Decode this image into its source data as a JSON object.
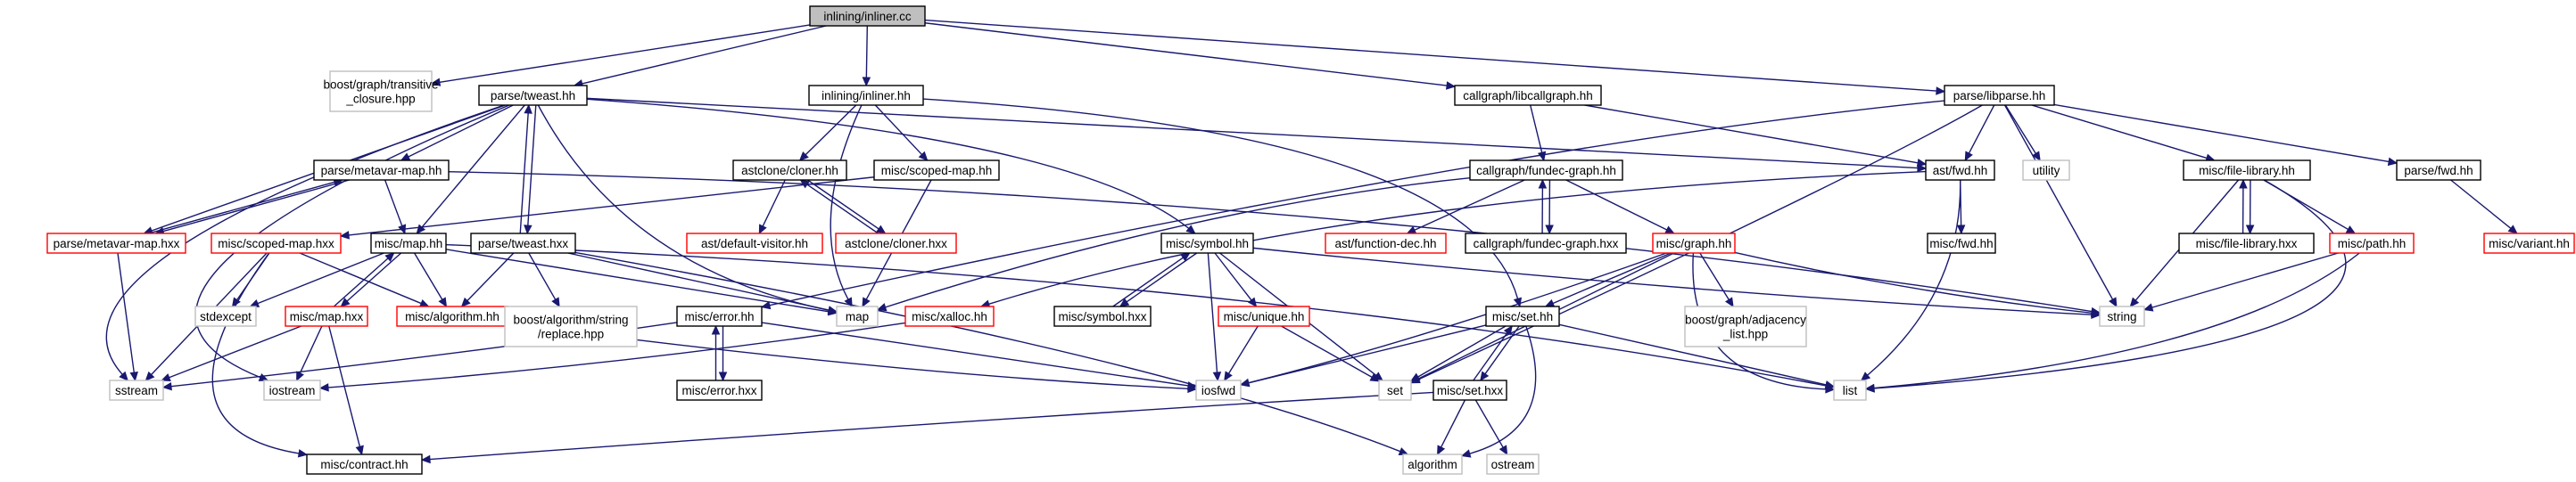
{
  "diagram": {
    "type": "include-dependency-graph",
    "root": "inlining/inliner.cc",
    "colors": {
      "root_fill": "#bfbfbf",
      "documented_border": "#000000",
      "undocumented_border": "#ff0000",
      "system_border": "#bfbfbf",
      "edge": "#191970"
    },
    "nodes": [
      {
        "id": "inliner_cc",
        "lines": [
          "inlining/inliner.cc"
        ],
        "kind": "root"
      },
      {
        "id": "transitive_closure",
        "lines": [
          "boost/graph/transitive",
          "_closure.hpp"
        ],
        "kind": "system"
      },
      {
        "id": "tweast_hh",
        "lines": [
          "parse/tweast.hh"
        ],
        "kind": "doc"
      },
      {
        "id": "inliner_hh",
        "lines": [
          "inlining/inliner.hh"
        ],
        "kind": "doc"
      },
      {
        "id": "libcallgraph_hh",
        "lines": [
          "callgraph/libcallgraph.hh"
        ],
        "kind": "doc"
      },
      {
        "id": "libparse_hh",
        "lines": [
          "parse/libparse.hh"
        ],
        "kind": "doc"
      },
      {
        "id": "metavar_map_hh",
        "lines": [
          "parse/metavar-map.hh"
        ],
        "kind": "doc"
      },
      {
        "id": "cloner_hh",
        "lines": [
          "astclone/cloner.hh"
        ],
        "kind": "doc"
      },
      {
        "id": "scoped_map_hh",
        "lines": [
          "misc/scoped-map.hh"
        ],
        "kind": "doc"
      },
      {
        "id": "fundec_graph_hh",
        "lines": [
          "callgraph/fundec-graph.hh"
        ],
        "kind": "doc"
      },
      {
        "id": "ast_fwd_hh",
        "lines": [
          "ast/fwd.hh"
        ],
        "kind": "doc"
      },
      {
        "id": "utility",
        "lines": [
          "utility"
        ],
        "kind": "system"
      },
      {
        "id": "file_library_hh",
        "lines": [
          "misc/file-library.hh"
        ],
        "kind": "doc"
      },
      {
        "id": "parse_fwd_hh",
        "lines": [
          "parse/fwd.hh"
        ],
        "kind": "doc"
      },
      {
        "id": "metavar_map_hxx",
        "lines": [
          "parse/metavar-map.hxx"
        ],
        "kind": "undoc"
      },
      {
        "id": "scoped_map_hxx",
        "lines": [
          "misc/scoped-map.hxx"
        ],
        "kind": "undoc"
      },
      {
        "id": "map_hh",
        "lines": [
          "misc/map.hh"
        ],
        "kind": "doc"
      },
      {
        "id": "tweast_hxx",
        "lines": [
          "parse/tweast.hxx"
        ],
        "kind": "doc"
      },
      {
        "id": "default_visitor_hh",
        "lines": [
          "ast/default-visitor.hh"
        ],
        "kind": "undoc"
      },
      {
        "id": "cloner_hxx",
        "lines": [
          "astclone/cloner.hxx"
        ],
        "kind": "undoc"
      },
      {
        "id": "symbol_hh",
        "lines": [
          "misc/symbol.hh"
        ],
        "kind": "doc"
      },
      {
        "id": "function_dec_hh",
        "lines": [
          "ast/function-dec.hh"
        ],
        "kind": "undoc"
      },
      {
        "id": "fundec_graph_hxx",
        "lines": [
          "callgraph/fundec-graph.hxx"
        ],
        "kind": "doc"
      },
      {
        "id": "graph_hh",
        "lines": [
          "misc/graph.hh"
        ],
        "kind": "undoc"
      },
      {
        "id": "misc_fwd_hh",
        "lines": [
          "misc/fwd.hh"
        ],
        "kind": "doc"
      },
      {
        "id": "file_library_hxx",
        "lines": [
          "misc/file-library.hxx"
        ],
        "kind": "doc"
      },
      {
        "id": "path_hh",
        "lines": [
          "misc/path.hh"
        ],
        "kind": "undoc"
      },
      {
        "id": "variant_hh",
        "lines": [
          "misc/variant.hh"
        ],
        "kind": "undoc"
      },
      {
        "id": "stdexcept",
        "lines": [
          "stdexcept"
        ],
        "kind": "system"
      },
      {
        "id": "algorithm_hh",
        "lines": [
          "misc/algorithm.hh"
        ],
        "kind": "undoc"
      },
      {
        "id": "map_hxx",
        "lines": [
          "misc/map.hxx"
        ],
        "kind": "undoc"
      },
      {
        "id": "replace_hpp",
        "lines": [
          "boost/algorithm/string",
          "/replace.hpp"
        ],
        "kind": "system"
      },
      {
        "id": "error_hh",
        "lines": [
          "misc/error.hh"
        ],
        "kind": "doc"
      },
      {
        "id": "map",
        "lines": [
          "map"
        ],
        "kind": "system"
      },
      {
        "id": "xalloc_hh",
        "lines": [
          "misc/xalloc.hh"
        ],
        "kind": "undoc"
      },
      {
        "id": "symbol_hxx",
        "lines": [
          "misc/symbol.hxx"
        ],
        "kind": "doc"
      },
      {
        "id": "unique_hh",
        "lines": [
          "misc/unique.hh"
        ],
        "kind": "undoc"
      },
      {
        "id": "set_hh",
        "lines": [
          "misc/set.hh"
        ],
        "kind": "doc"
      },
      {
        "id": "adjacency_list",
        "lines": [
          "boost/graph/adjacency",
          "_list.hpp"
        ],
        "kind": "system"
      },
      {
        "id": "string",
        "lines": [
          "string"
        ],
        "kind": "system"
      },
      {
        "id": "sstream",
        "lines": [
          "sstream"
        ],
        "kind": "system"
      },
      {
        "id": "iostream",
        "lines": [
          "iostream"
        ],
        "kind": "system"
      },
      {
        "id": "error_hxx",
        "lines": [
          "misc/error.hxx"
        ],
        "kind": "doc"
      },
      {
        "id": "iosfwd",
        "lines": [
          "iosfwd"
        ],
        "kind": "system"
      },
      {
        "id": "set",
        "lines": [
          "set"
        ],
        "kind": "system"
      },
      {
        "id": "set_hxx",
        "lines": [
          "misc/set.hxx"
        ],
        "kind": "doc"
      },
      {
        "id": "list",
        "lines": [
          "list"
        ],
        "kind": "system"
      },
      {
        "id": "contract_hh",
        "lines": [
          "misc/contract.hh"
        ],
        "kind": "doc"
      },
      {
        "id": "algorithm",
        "lines": [
          "algorithm"
        ],
        "kind": "system"
      },
      {
        "id": "ostream",
        "lines": [
          "ostream"
        ],
        "kind": "system"
      }
    ],
    "edges": [
      [
        "inliner_cc",
        "transitive_closure"
      ],
      [
        "inliner_cc",
        "tweast_hh"
      ],
      [
        "inliner_cc",
        "inliner_hh"
      ],
      [
        "inliner_cc",
        "libcallgraph_hh"
      ],
      [
        "inliner_cc",
        "libparse_hh"
      ],
      [
        "tweast_hh",
        "metavar_map_hh"
      ],
      [
        "tweast_hh",
        "metavar_map_hxx"
      ],
      [
        "tweast_hh",
        "map_hh"
      ],
      [
        "tweast_hh",
        "tweast_hxx"
      ],
      [
        "tweast_hh",
        "symbol_hh"
      ],
      [
        "tweast_hh",
        "ast_fwd_hh"
      ],
      [
        "tweast_hh",
        "map"
      ],
      [
        "tweast_hh",
        "iostream"
      ],
      [
        "tweast_hh",
        "sstream"
      ],
      [
        "inliner_hh",
        "cloner_hh"
      ],
      [
        "inliner_hh",
        "scoped_map_hh"
      ],
      [
        "inliner_hh",
        "set_hh"
      ],
      [
        "inliner_hh",
        "map"
      ],
      [
        "libcallgraph_hh",
        "fundec_graph_hh"
      ],
      [
        "libcallgraph_hh",
        "ast_fwd_hh"
      ],
      [
        "libparse_hh",
        "ast_fwd_hh"
      ],
      [
        "libparse_hh",
        "utility"
      ],
      [
        "libparse_hh",
        "file_library_hh"
      ],
      [
        "libparse_hh",
        "parse_fwd_hh"
      ],
      [
        "libparse_hh",
        "string"
      ],
      [
        "libparse_hh",
        "set"
      ],
      [
        "libparse_hh",
        "error_hh"
      ],
      [
        "metavar_map_hh",
        "metavar_map_hxx"
      ],
      [
        "metavar_map_hh",
        "map_hh"
      ],
      [
        "metavar_map_hh",
        "string"
      ],
      [
        "metavar_map_hxx",
        "metavar_map_hh"
      ],
      [
        "metavar_map_hxx",
        "sstream"
      ],
      [
        "cloner_hh",
        "default_visitor_hh"
      ],
      [
        "cloner_hh",
        "cloner_hxx"
      ],
      [
        "cloner_hxx",
        "cloner_hh"
      ],
      [
        "scoped_map_hh",
        "scoped_map_hxx"
      ],
      [
        "scoped_map_hh",
        "map"
      ],
      [
        "scoped_map_hxx",
        "stdexcept"
      ],
      [
        "scoped_map_hxx",
        "sstream"
      ],
      [
        "scoped_map_hxx",
        "algorithm_hh"
      ],
      [
        "scoped_map_hxx",
        "contract_hh"
      ],
      [
        "fundec_graph_hh",
        "function_dec_hh"
      ],
      [
        "fundec_graph_hh",
        "fundec_graph_hxx"
      ],
      [
        "fundec_graph_hh",
        "graph_hh"
      ],
      [
        "fundec_graph_hh",
        "map"
      ],
      [
        "fundec_graph_hxx",
        "fundec_graph_hh"
      ],
      [
        "ast_fwd_hh",
        "misc_fwd_hh"
      ],
      [
        "ast_fwd_hh",
        "list"
      ],
      [
        "ast_fwd_hh",
        "xalloc_hh"
      ],
      [
        "file_library_hh",
        "file_library_hxx"
      ],
      [
        "file_library_hh",
        "path_hh"
      ],
      [
        "file_library_hh",
        "string"
      ],
      [
        "file_library_hh",
        "list"
      ],
      [
        "file_library_hxx",
        "file_library_hh"
      ],
      [
        "parse_fwd_hh",
        "variant_hh"
      ],
      [
        "map_hh",
        "map_hxx"
      ],
      [
        "map_hh",
        "stdexcept"
      ],
      [
        "map_hh",
        "algorithm_hh"
      ],
      [
        "map_hh",
        "map"
      ],
      [
        "map_hh",
        "list"
      ],
      [
        "map_hxx",
        "map_hh"
      ],
      [
        "map_hxx",
        "sstream"
      ],
      [
        "map_hxx",
        "iostream"
      ],
      [
        "map_hxx",
        "contract_hh"
      ],
      [
        "tweast_hxx",
        "tweast_hh"
      ],
      [
        "tweast_hxx",
        "algorithm_hh"
      ],
      [
        "tweast_hxx",
        "replace_hpp"
      ],
      [
        "tweast_hxx",
        "map"
      ],
      [
        "tweast_hxx",
        "algorithm"
      ],
      [
        "algorithm_hh",
        "iosfwd"
      ],
      [
        "symbol_hh",
        "symbol_hxx"
      ],
      [
        "symbol_hh",
        "unique_hh"
      ],
      [
        "symbol_hh",
        "iosfwd"
      ],
      [
        "symbol_hh",
        "set"
      ],
      [
        "symbol_hh",
        "string"
      ],
      [
        "symbol_hxx",
        "symbol_hh"
      ],
      [
        "unique_hh",
        "iosfwd"
      ],
      [
        "unique_hh",
        "set"
      ],
      [
        "graph_hh",
        "set_hh"
      ],
      [
        "graph_hh",
        "adjacency_list"
      ],
      [
        "graph_hh",
        "iosfwd"
      ],
      [
        "graph_hh",
        "set"
      ],
      [
        "graph_hh",
        "list"
      ],
      [
        "graph_hh",
        "string"
      ],
      [
        "set_hh",
        "set_hxx"
      ],
      [
        "set_hh",
        "iosfwd"
      ],
      [
        "set_hh",
        "set"
      ],
      [
        "set_hh",
        "list"
      ],
      [
        "set_hh",
        "algorithm"
      ],
      [
        "set_hxx",
        "set_hh"
      ],
      [
        "set_hxx",
        "ostream"
      ],
      [
        "set_hxx",
        "algorithm"
      ],
      [
        "set_hxx",
        "contract_hh"
      ],
      [
        "error_hh",
        "error_hxx"
      ],
      [
        "error_hh",
        "iosfwd"
      ],
      [
        "error_hh",
        "sstream"
      ],
      [
        "error_hxx",
        "error_hh"
      ],
      [
        "xalloc_hh",
        "iostream"
      ],
      [
        "path_hh",
        "string"
      ],
      [
        "path_hh",
        "list"
      ]
    ]
  }
}
